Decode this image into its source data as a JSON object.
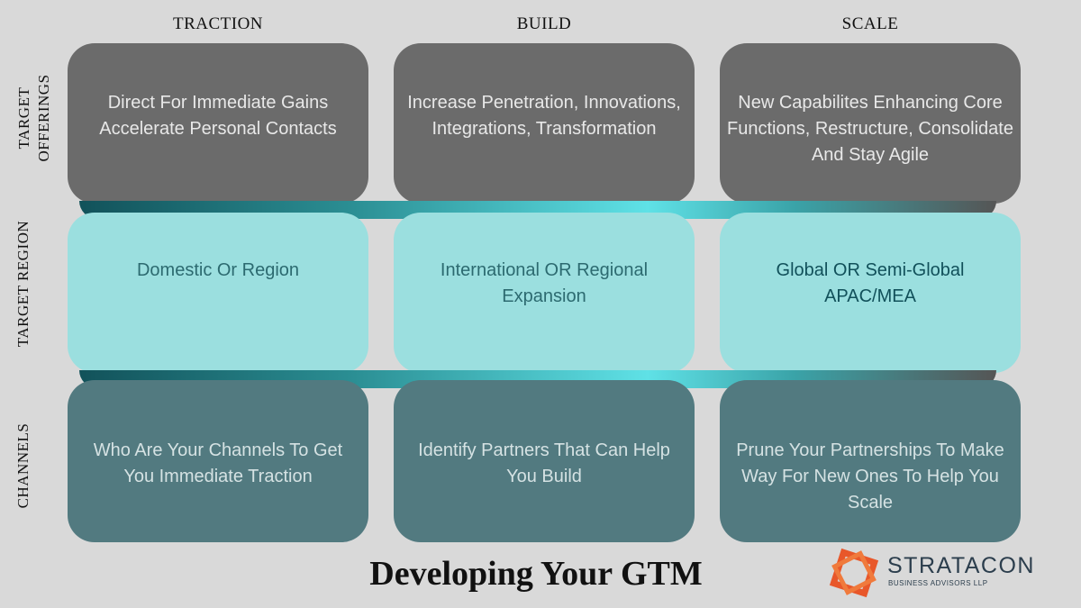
{
  "columns": [
    "TRACTION",
    "BUILD",
    "SCALE"
  ],
  "rows": {
    "offerings": {
      "label_lines": [
        "TARGET",
        "OFFERINGS"
      ],
      "cells": [
        "Direct For Immediate Gains Accelerate Personal Contacts",
        "Increase Penetration, Innovations, Integrations, Transformation",
        "New Capabilites Enhancing Core Functions, Restructure, Consolidate And Stay Agile"
      ]
    },
    "region": {
      "label": "TARGET REGION",
      "cells": [
        "Domestic Or Region",
        "International OR Regional Expansion",
        "Global OR Semi-Global APAC/MEA"
      ]
    },
    "channels": {
      "label": "CHANNELS",
      "cells": [
        "Who Are Your Channels To Get You Immediate Traction",
        "Identify Partners That Can Help You Build",
        "Prune Your Partnerships To Make Way For New Ones To Help You Scale"
      ]
    }
  },
  "title": "Developing Your GTM",
  "logo": {
    "name": "STRATACON",
    "subtitle": "BUSINESS ADVISORS LLP"
  },
  "colors": {
    "background": "#d9d9d9",
    "offerings_box": "#6b6b6b",
    "region_box": "#9bdfdf",
    "channels_box": "#527a80",
    "band_highlight": "#5fe1e6",
    "logo_orange": "#e8572a"
  }
}
